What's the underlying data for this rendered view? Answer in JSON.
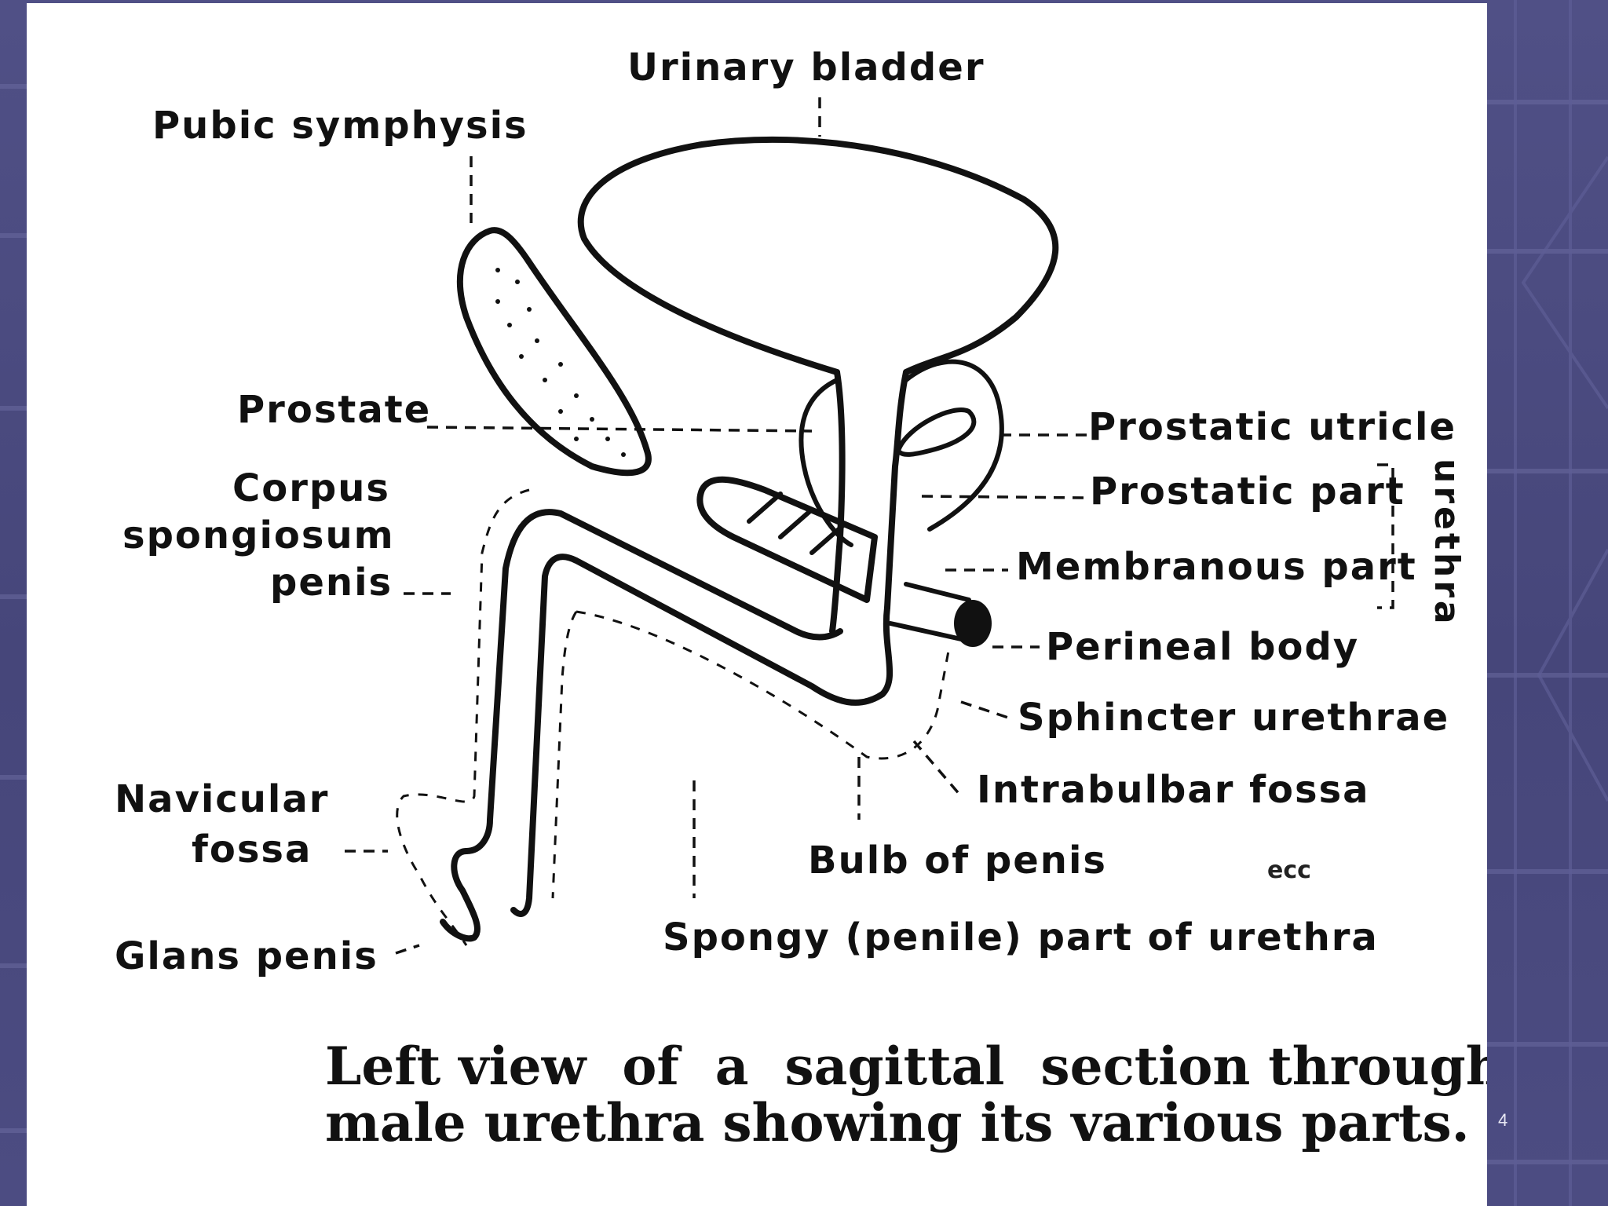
{
  "slide": {
    "number": "4",
    "background_color": "#4a4a7e",
    "panel_color": "#ffffff"
  },
  "diagram": {
    "labels": {
      "urinary_bladder": "Urinary bladder",
      "pubic_symphysis": "Pubic symphysis",
      "prostate": "Prostate",
      "corpus_line1": "Corpus",
      "corpus_line2": "spongiosum",
      "corpus_line3": "penis",
      "navicular_line1": "Navicular",
      "navicular_line2": "fossa",
      "glans_penis": "Glans penis",
      "prostatic_utricle": "Prostatic utricle",
      "prostatic_part": "Prostatic part",
      "membranous_part": "Membranous part",
      "urethra": "urethra",
      "perineal_body": "Perineal body",
      "sphincter_urethrae": "Sphincter urethrae",
      "intrabulbar_fossa": "Intrabulbar fossa",
      "bulb_of_penis": "Bulb of penis",
      "spongy_part": "Spongy (penile) part of urethra",
      "corner_mark": "ecc"
    }
  },
  "caption": {
    "line1": "Left view  of  a  sagittal  section through the",
    "line2": "male urethra showing its various parts."
  }
}
